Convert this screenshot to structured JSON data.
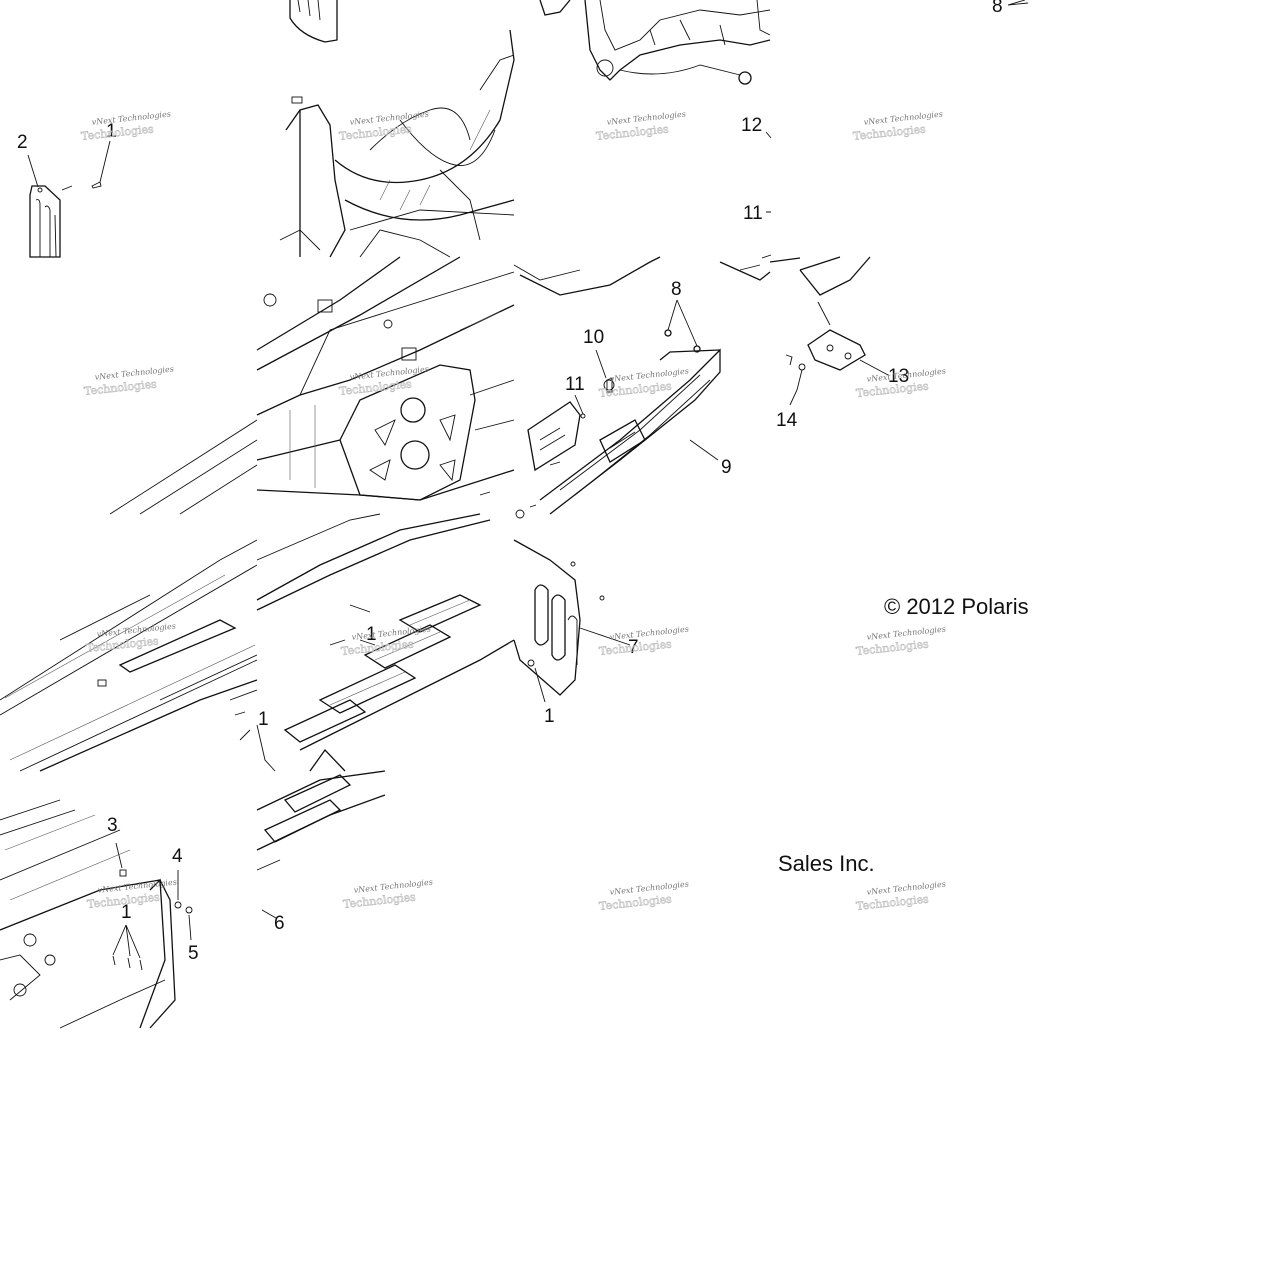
{
  "diagram": {
    "callouts": [
      {
        "id": "c1a",
        "text": "1"
      },
      {
        "id": "c2",
        "text": "2"
      },
      {
        "id": "c12",
        "text": "12"
      },
      {
        "id": "c11a",
        "text": "11"
      },
      {
        "id": "c8a",
        "text": "8"
      },
      {
        "id": "c8b",
        "text": "8"
      },
      {
        "id": "c10",
        "text": "10"
      },
      {
        "id": "c11b",
        "text": "11"
      },
      {
        "id": "c9",
        "text": "9"
      },
      {
        "id": "c13",
        "text": "13"
      },
      {
        "id": "c14",
        "text": "14"
      },
      {
        "id": "c7",
        "text": "7"
      },
      {
        "id": "c1b",
        "text": "1"
      },
      {
        "id": "c1c",
        "text": "1"
      },
      {
        "id": "c1d",
        "text": "1"
      },
      {
        "id": "c3",
        "text": "3"
      },
      {
        "id": "c4",
        "text": "4"
      },
      {
        "id": "c5",
        "text": "5"
      },
      {
        "id": "c1e",
        "text": "1"
      },
      {
        "id": "c6",
        "text": "6"
      }
    ],
    "copyright": "© 2012 Polaris",
    "company": "Sales Inc.",
    "watermark": {
      "line1": "vNext Technologies",
      "line2": "Technologies"
    }
  }
}
